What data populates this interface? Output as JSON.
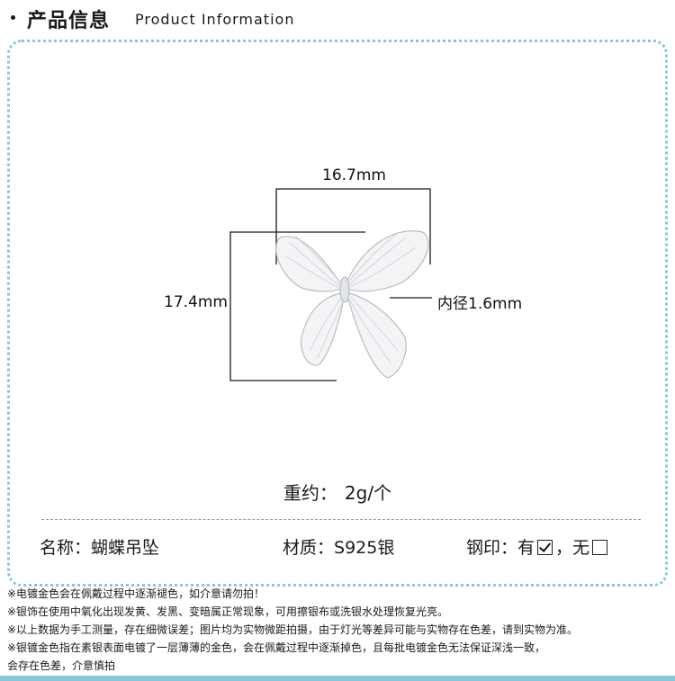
{
  "header": {
    "title_cn": "产品信息",
    "title_en": "Product Information"
  },
  "dimensions": {
    "width_label": "16.7mm",
    "height_label": "17.4mm",
    "inner_label": "内径1.6mm"
  },
  "weight": {
    "label": "重约：",
    "value": "2g/个"
  },
  "specs": {
    "name_label": "名称：",
    "name_value": "蝴蝶吊坠",
    "material_label": "材质：",
    "material_value": "S925银",
    "stamp_label": "钢印：",
    "stamp_yes": "有",
    "stamp_sep": "，",
    "stamp_no": "无",
    "stamp_checked": "yes"
  },
  "notes": [
    "※电镀金色会在佩戴过程中逐渐褪色，如介意请勿拍！",
    "※银饰在使用中氧化出现发黄、发黑、变暗属正常现象，可用擦银布或洗银水处理恢复光亮。",
    "※以上数据为手工测量，存在细微误差；图片均为实物微距拍摄，由于灯光等差异可能与实物存在色差，请到实物为准。",
    "※银镀金色指在素银表面电镀了一层薄薄的金色，会在佩戴过程中逐渐掉色，且每批电镀金色无法保证深浅一致，",
    "会存在色差，介意慎拍"
  ],
  "colors": {
    "accent": "#8ac5dc",
    "text": "#1a1a1a"
  }
}
